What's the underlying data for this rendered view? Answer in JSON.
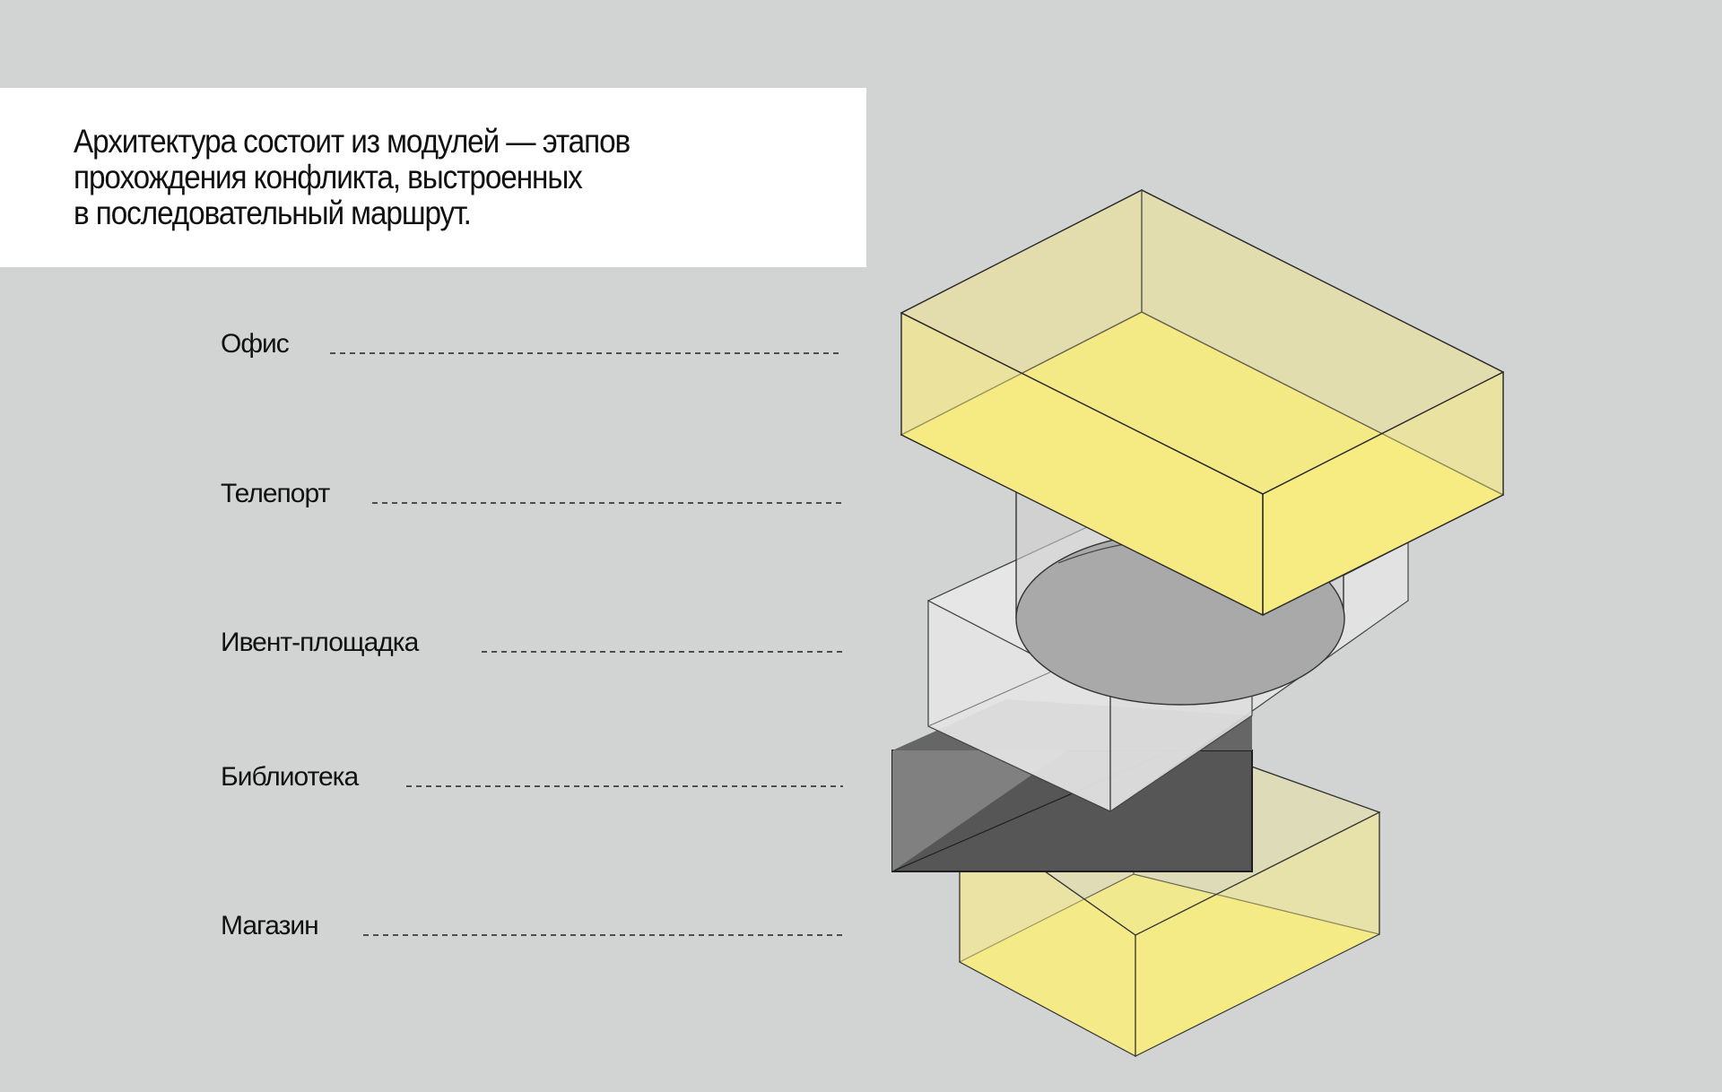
{
  "intro": {
    "lines": [
      "Архитектура состоит из модулей — этапов",
      "прохождения конфликта, выстроенных",
      "в последовательный маршрут."
    ]
  },
  "modules": [
    {
      "id": "office",
      "label": "Офис",
      "color": "#f8ee7a"
    },
    {
      "id": "teleport",
      "label": "Телепорт",
      "color": "#a9a9a9"
    },
    {
      "id": "event",
      "label": "Ивент-площадка",
      "color": "#e2e2e2"
    },
    {
      "id": "library",
      "label": "Библиотека",
      "color": "#565656"
    },
    {
      "id": "shop",
      "label": "Магазин",
      "color": "#f8ee7a"
    }
  ]
}
